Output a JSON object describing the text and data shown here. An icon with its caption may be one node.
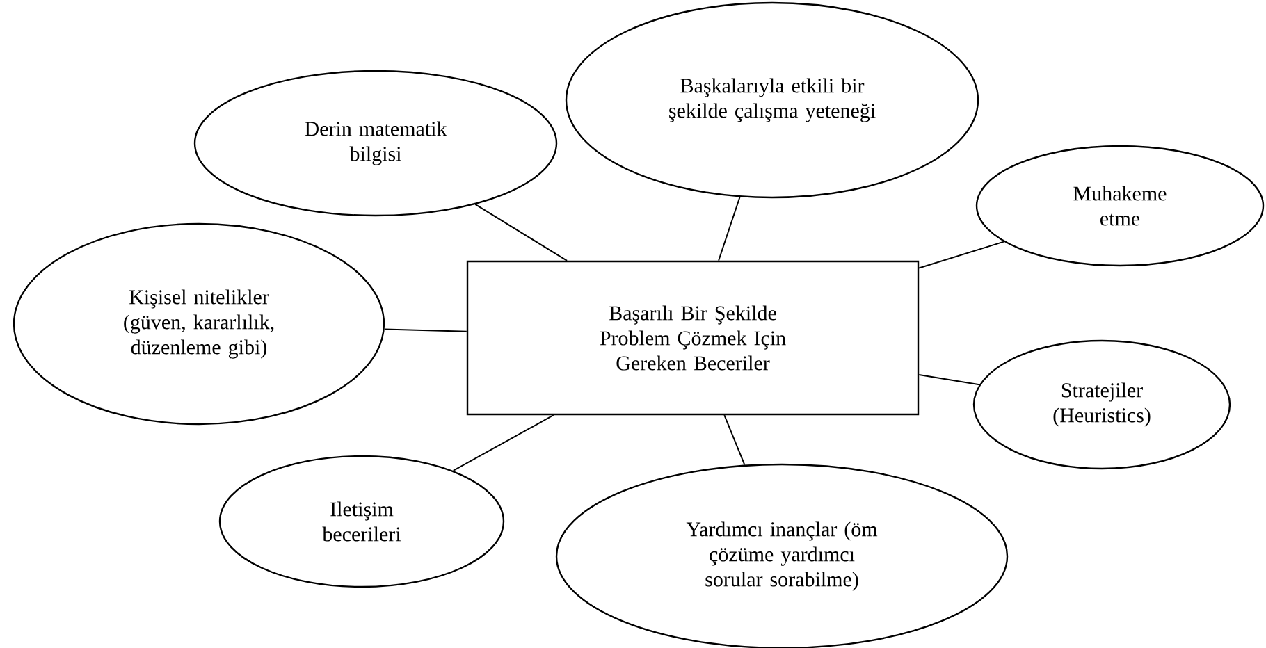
{
  "diagram": {
    "nodes": [
      {
        "text": [
          "Başkalarıyla etkili bir şekilde çalışma yeteneği"
        ]
      },
      {
        "text": [
          "Derin matematik bilgisi"
        ]
      },
      {
        "text": [
          "Muhakeme etme"
        ]
      },
      {
        "text": [
          "Kişisel nitelikler (güven, kararlılık, düzenleme gibi)"
        ]
      },
      {
        "text": [
          "Başarılı Bir Şekilde Problem Çözmek Için Gereken Beceriler"
        ]
      },
      {
        "text": [
          "Stratejiler (Heuristics)"
        ]
      },
      {
        "text": [
          "Iletişim becerileri"
        ]
      },
      {
        "text": [
          "Yardımcı inançlar (öm çözüme yardımcı sorular sorabilme)"
        ]
      }
    ],
    "edges": [
      {
        "from": 4,
        "to": 0,
        "arrow": "none"
      },
      {
        "from": 4,
        "to": 1,
        "arrow": "none"
      },
      {
        "from": 4,
        "to": 2,
        "arrow": "none"
      },
      {
        "from": 4,
        "to": 3,
        "arrow": "none"
      },
      {
        "from": 4,
        "to": 5,
        "arrow": "none"
      },
      {
        "from": 4,
        "to": 6,
        "arrow": "none"
      },
      {
        "from": 4,
        "to": 7,
        "arrow": "none"
      }
    ]
  }
}
